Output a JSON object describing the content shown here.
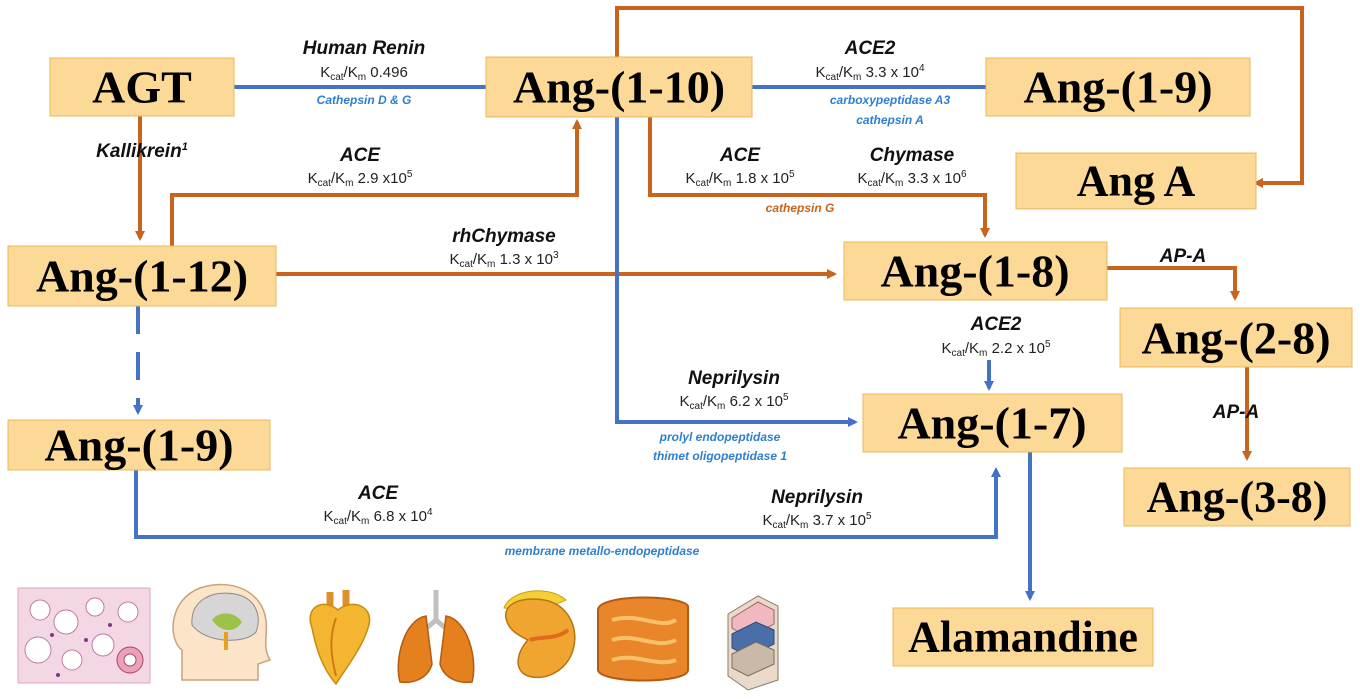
{
  "nodes": {
    "agt": "AGT",
    "ang_1_10": "Ang-(1-10)",
    "ang_1_9_top": "Ang-(1-9)",
    "ang_a": "Ang A",
    "ang_1_12": "Ang-(1-12)",
    "ang_1_8": "Ang-(1-8)",
    "ang_2_8": "Ang-(2-8)",
    "ang_1_9_left": "Ang-(1-9)",
    "ang_1_7": "Ang-(1-7)",
    "ang_3_8": "Ang-(3-8)",
    "alamandine": "Alamandine"
  },
  "kcat_prefix": "K",
  "kcat_sub": "cat",
  "km_prefix": "/K",
  "km_sub": "m",
  "reactions": {
    "renin": {
      "enzyme": "Human Renin",
      "value": "0.496",
      "alt": "Cathepsin D & G"
    },
    "ace2_top": {
      "enzyme": "ACE2",
      "value": "3.3 x 10",
      "exp": "4",
      "alt1": "carboxypeptidase A3",
      "alt2": "cathepsin A"
    },
    "kallikrein": {
      "enzyme": "Kallikrein",
      "sup": "1"
    },
    "ace_12_10": {
      "enzyme": "ACE",
      "value": "2.9 x10",
      "exp": "5"
    },
    "ace_10_8": {
      "enzyme": "ACE",
      "value": "1.8 x 10",
      "exp": "5"
    },
    "chymase": {
      "enzyme": "Chymase",
      "value": "3.3 x 10",
      "exp": "6",
      "alt": "cathepsin G"
    },
    "rhchymase": {
      "enzyme": "rhChymase",
      "value": "1.3 x 10",
      "exp": "3"
    },
    "apa1": {
      "enzyme": "AP-A"
    },
    "ace2_mid": {
      "enzyme": "ACE2",
      "value": "2.2 x 10",
      "exp": "5"
    },
    "apa2": {
      "enzyme": "AP-A"
    },
    "neprilysin1": {
      "enzyme": "Neprilysin",
      "value": "6.2 x 10",
      "exp": "5",
      "alt1": "prolyl endopeptidase",
      "alt2": "thimet oligopeptidase  1"
    },
    "ace_9_7": {
      "enzyme": "ACE",
      "value": "6.8 x 10",
      "exp": "4"
    },
    "neprilysin2": {
      "enzyme": "Neprilysin",
      "value": "3.7 x 10",
      "exp": "5",
      "alt": "membrane metallo-endopeptidase"
    }
  },
  "tissue_icons": [
    "adipose-tissue-icon",
    "brain-icon",
    "heart-icon",
    "lungs-icon",
    "kidney-icon",
    "intestine-icon",
    "blood-vessel-icon"
  ],
  "colors": {
    "node": "#fcd996",
    "orange": "#c8641e",
    "blue": "#4472c4",
    "alt_blue": "#2e7fd0"
  }
}
